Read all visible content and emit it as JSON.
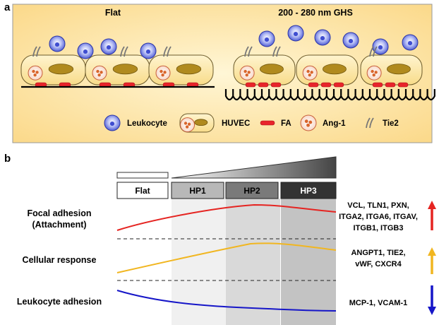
{
  "panel_a": {
    "label": "a",
    "titles": {
      "flat": "Flat",
      "ghs": "200 - 280 nm GHS"
    },
    "legend": [
      {
        "key": "leukocyte",
        "text": "Leukocyte"
      },
      {
        "key": "huvec",
        "text": "HUVEC"
      },
      {
        "key": "fa",
        "text": "FA"
      },
      {
        "key": "ang1",
        "text": "Ang-1"
      },
      {
        "key": "tie2",
        "text": "Tie2"
      }
    ],
    "colors": {
      "background": "#fce8b6",
      "cell_fill": "#fdeab0",
      "nucleus": "#b08a1e",
      "fa": "#e8242b",
      "leukocyte": "#4a57d6",
      "ang1": "#d9662c"
    }
  },
  "panel_b": {
    "label": "b",
    "columns": [
      "Flat",
      "HP1",
      "HP2",
      "HP3"
    ],
    "rows": [
      {
        "name": "Focal adhesion\n(Attachment)",
        "genes": "VCL, TLN1, PXN,\nITGA2, ITGA6, ITGAV,\nITGB1, ITGB3",
        "color": "#e52421",
        "arrow": "up"
      },
      {
        "name": "Cellular response",
        "genes": "ANGPT1, TIE2,\nvWF, CXCR4",
        "color": "#f1b620",
        "arrow": "up"
      },
      {
        "name": "Leukocyte adhesion",
        "genes": "MCP-1, VCAM-1",
        "color": "#1616c8",
        "arrow": "down"
      }
    ],
    "column_shades": [
      "#ffffff",
      "#f0f0f0",
      "#d9d9d9",
      "#c3c3c3"
    ]
  }
}
